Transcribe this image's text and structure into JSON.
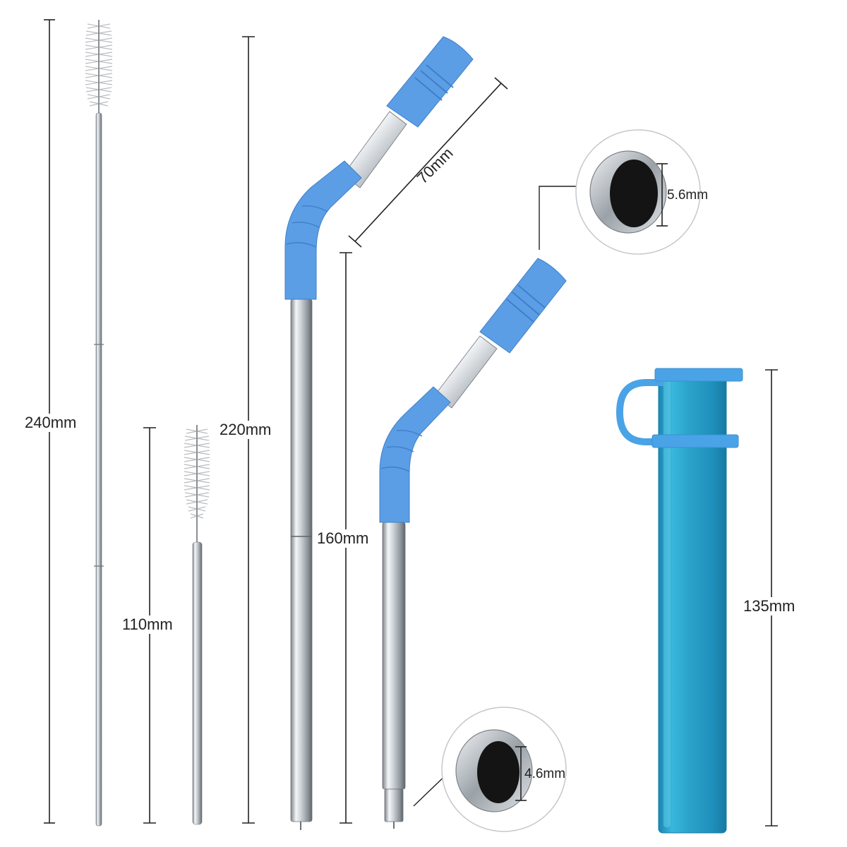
{
  "dimensions": {
    "long_brush_length": "240mm",
    "short_brush_length": "110mm",
    "straw_full_length": "220mm",
    "bent_segment_length": "70mm",
    "straw_folded_length": "160mm",
    "large_opening_diameter": "5.6mm",
    "small_opening_diameter": "4.6mm",
    "case_length": "135mm"
  },
  "colors": {
    "silicone_blue": "#5b9ee6",
    "case_blue": "#2aa3c9",
    "steel": "#c8ccd0",
    "dimension_line": "#222222"
  }
}
